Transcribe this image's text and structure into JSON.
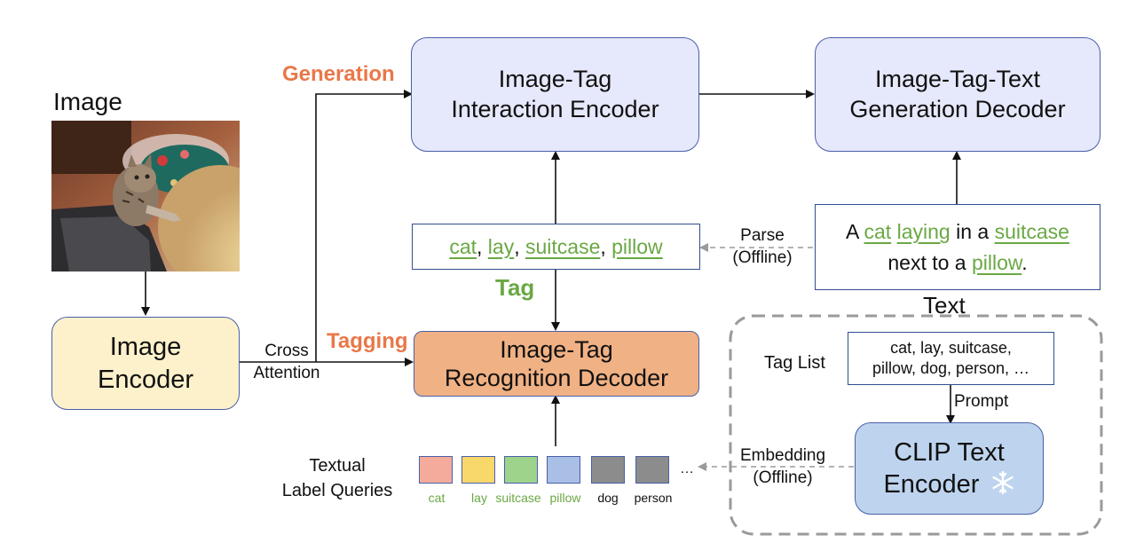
{
  "image_section": {
    "label": "Image"
  },
  "keywords": {
    "generation": "Generation",
    "tagging": "Tagging",
    "tag": "Tag"
  },
  "boxes": {
    "image_encoder": [
      "Image",
      "Encoder"
    ],
    "interaction_encoder": [
      "Image-Tag",
      "Interaction Encoder"
    ],
    "generation_decoder": [
      "Image-Tag-Text",
      "Generation Decoder"
    ],
    "recognition_decoder": [
      "Image-Tag",
      "Recognition Decoder"
    ],
    "clip_encoder": [
      "CLIP Text",
      "Encoder"
    ]
  },
  "tags_box": {
    "tags": [
      "cat",
      "lay",
      "suitcase",
      "pillow"
    ],
    "separator": ", "
  },
  "text_box": {
    "line1": [
      "A ",
      "cat",
      " ",
      "laying",
      " in a ",
      "suitcase"
    ],
    "line2": [
      "next to a ",
      "pillow",
      "."
    ],
    "caption": "Text"
  },
  "edge_labels": {
    "cross_attention": [
      "Cross",
      "Attention"
    ],
    "parse": [
      "Parse",
      "(Offline)"
    ],
    "embedding": [
      "Embedding",
      "(Offline)"
    ],
    "prompt": "Prompt"
  },
  "tag_list": {
    "label": "Tag List",
    "lines": [
      "cat, lay, suitcase,",
      "pillow, dog, person, …"
    ]
  },
  "label_queries": {
    "title": [
      "Textual",
      "Label Queries"
    ],
    "items": [
      {
        "name": "cat",
        "color": "#f4ab9c",
        "text_color": "#6aa843"
      },
      {
        "name": "lay",
        "color": "#f8d86a",
        "text_color": "#6aa843"
      },
      {
        "name": "suitcase",
        "color": "#9ed38c",
        "text_color": "#6aa843"
      },
      {
        "name": "pillow",
        "color": "#a9bfe6",
        "text_color": "#6aa843"
      },
      {
        "name": "dog",
        "color": "#8c8c8c",
        "text_color": "#111111"
      },
      {
        "name": "person",
        "color": "#8c8c8c",
        "text_color": "#111111"
      }
    ],
    "ellipsis": "…"
  },
  "colors": {
    "accent_orange": "#e97848",
    "accent_green": "#6aa843",
    "box_border": "#4a5fa8"
  },
  "icons": {
    "frozen": "snowflake-icon"
  }
}
